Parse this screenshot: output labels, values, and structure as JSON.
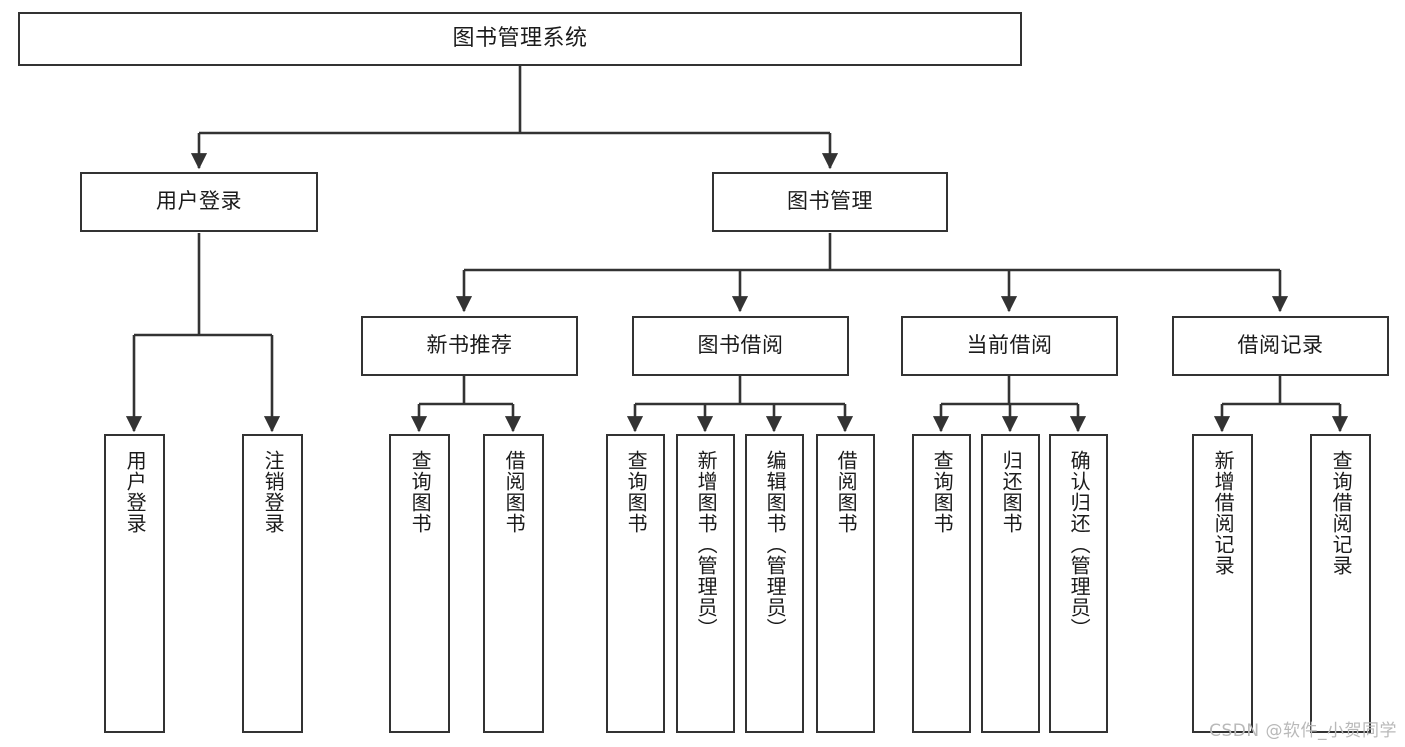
{
  "diagram": {
    "kind": "tree-structure-chart",
    "title": "图书管理系统",
    "watermark": "CSDN @软件_小贺同学",
    "colors": {
      "stroke": "#333333",
      "box_fill": "#ffffff",
      "text": "#1b1b1b",
      "watermark": "#b9b9b9",
      "background": "#ffffff"
    },
    "levels": {
      "level1": [
        "图书管理系统"
      ],
      "level2": [
        "用户登录",
        "图书管理"
      ],
      "level3": [
        "新书推荐",
        "图书借阅",
        "当前借阅",
        "借阅记录"
      ],
      "level4": [
        "用户登录",
        "注销登录",
        "查询图书",
        "借阅图书",
        "查询图书",
        "新增图书（管理员）",
        "编辑图书（管理员）",
        "借阅图书",
        "查询图书",
        "归还图书",
        "确认归还（管理员）",
        "新增借阅记录",
        "查询借阅记录"
      ]
    },
    "nodes": {
      "root": {
        "label": "图书管理系统"
      },
      "user_login": {
        "label": "用户登录"
      },
      "book_manage": {
        "label": "图书管理"
      },
      "new_book_rec": {
        "label": "新书推荐"
      },
      "book_borrow": {
        "label": "图书借阅"
      },
      "current_borrow": {
        "label": "当前借阅"
      },
      "borrow_record": {
        "label": "借阅记录"
      },
      "leaf_user_login": {
        "label": "用户登录"
      },
      "leaf_logout": {
        "label": "注销登录"
      },
      "leaf_query_book_a": {
        "label": "查询图书"
      },
      "leaf_borrow_book_a": {
        "label": "借阅图书"
      },
      "leaf_query_book_b": {
        "label": "查询图书"
      },
      "leaf_add_book": {
        "label": "新增图书（管理员）"
      },
      "leaf_edit_book": {
        "label": "编辑图书（管理员）"
      },
      "leaf_borrow_book_b": {
        "label": "借阅图书"
      },
      "leaf_query_book_c": {
        "label": "查询图书"
      },
      "leaf_return_book": {
        "label": "归还图书"
      },
      "leaf_confirm_return": {
        "label": "确认归还（管理员）"
      },
      "leaf_add_record": {
        "label": "新增借阅记录"
      },
      "leaf_query_record": {
        "label": "查询借阅记录"
      }
    },
    "edges": [
      {
        "from": "root",
        "to": "user_login"
      },
      {
        "from": "root",
        "to": "book_manage"
      },
      {
        "from": "user_login",
        "to": "leaf_user_login"
      },
      {
        "from": "user_login",
        "to": "leaf_logout"
      },
      {
        "from": "book_manage",
        "to": "new_book_rec"
      },
      {
        "from": "book_manage",
        "to": "book_borrow"
      },
      {
        "from": "book_manage",
        "to": "current_borrow"
      },
      {
        "from": "book_manage",
        "to": "borrow_record"
      },
      {
        "from": "new_book_rec",
        "to": "leaf_query_book_a"
      },
      {
        "from": "new_book_rec",
        "to": "leaf_borrow_book_a"
      },
      {
        "from": "book_borrow",
        "to": "leaf_query_book_b"
      },
      {
        "from": "book_borrow",
        "to": "leaf_add_book"
      },
      {
        "from": "book_borrow",
        "to": "leaf_edit_book"
      },
      {
        "from": "book_borrow",
        "to": "leaf_borrow_book_b"
      },
      {
        "from": "current_borrow",
        "to": "leaf_query_book_c"
      },
      {
        "from": "current_borrow",
        "to": "leaf_return_book"
      },
      {
        "from": "current_borrow",
        "to": "leaf_confirm_return"
      },
      {
        "from": "borrow_record",
        "to": "leaf_add_record"
      },
      {
        "from": "borrow_record",
        "to": "leaf_query_record"
      }
    ]
  }
}
